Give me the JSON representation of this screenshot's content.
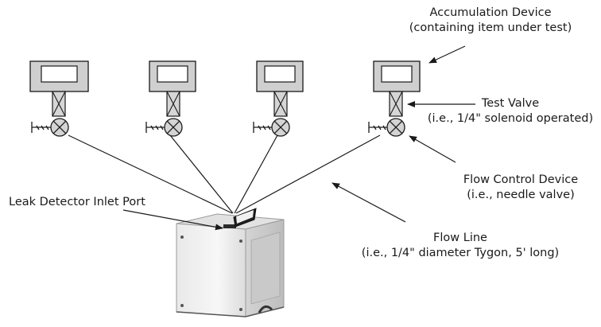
{
  "labels": {
    "accumulation_device": [
      "Accumulation Device",
      "(containing item under test)"
    ],
    "test_valve": [
      "Test Valve",
      "(i.e., 1/4\" solenoid operated)"
    ],
    "flow_control_device": [
      "Flow Control Device",
      "(i.e., needle valve)"
    ],
    "leak_detector_inlet_port": "Leak Detector Inlet Port",
    "flow_line": [
      "Flow Line",
      "(i.e., 1/4\" diameter Tygon, 5' long)"
    ]
  },
  "stations": 4
}
